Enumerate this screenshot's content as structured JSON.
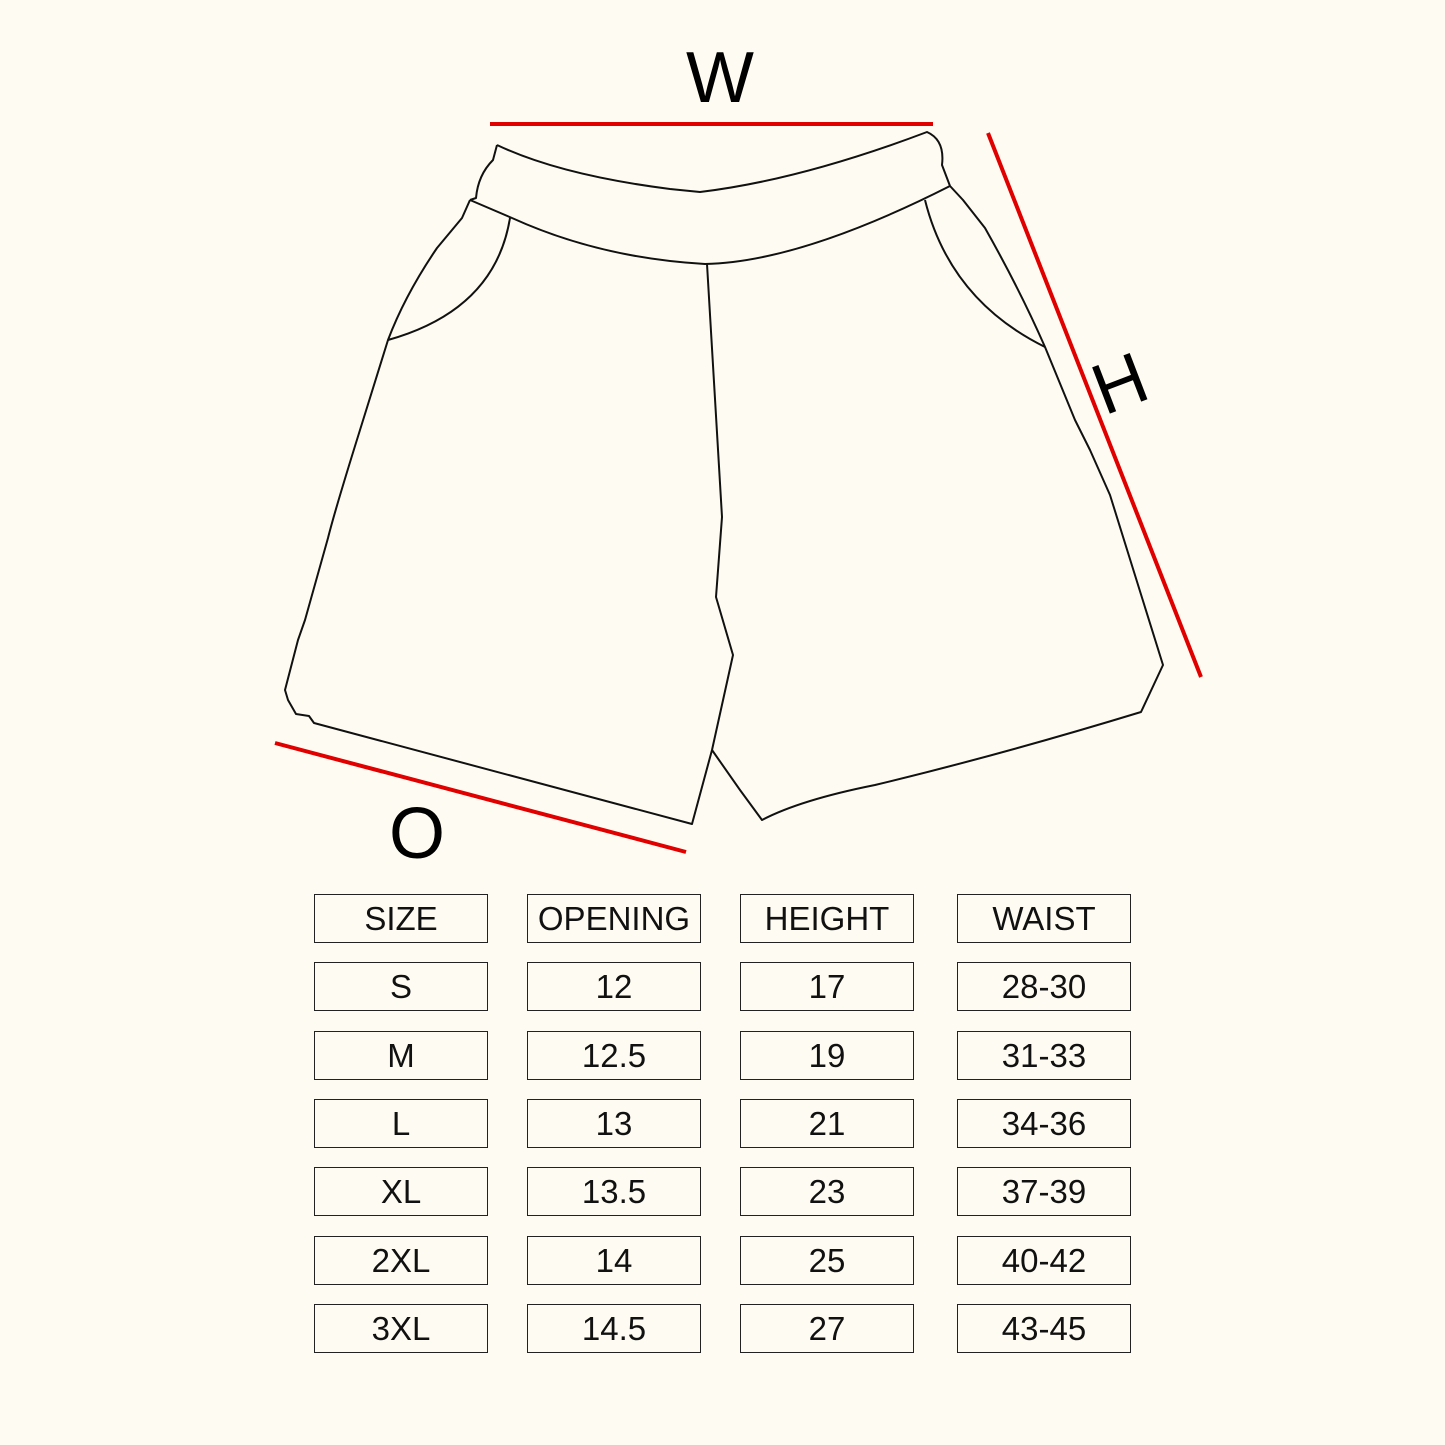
{
  "labels": {
    "waist": "W",
    "height": "H",
    "opening": "O"
  },
  "colors": {
    "background": "#fefcf2",
    "measure_line": "#e00000",
    "outline": "#111111"
  },
  "table": {
    "headers": [
      "SIZE",
      "OPENING",
      "HEIGHT",
      "WAIST"
    ],
    "rows": [
      [
        "S",
        "12",
        "17",
        "28-30"
      ],
      [
        "M",
        "12.5",
        "19",
        "31-33"
      ],
      [
        "L",
        "13",
        "21",
        "34-36"
      ],
      [
        "XL",
        "13.5",
        "23",
        "37-39"
      ],
      [
        "2XL",
        "14",
        "25",
        "40-42"
      ],
      [
        "3XL",
        "14.5",
        "27",
        "43-45"
      ]
    ]
  }
}
